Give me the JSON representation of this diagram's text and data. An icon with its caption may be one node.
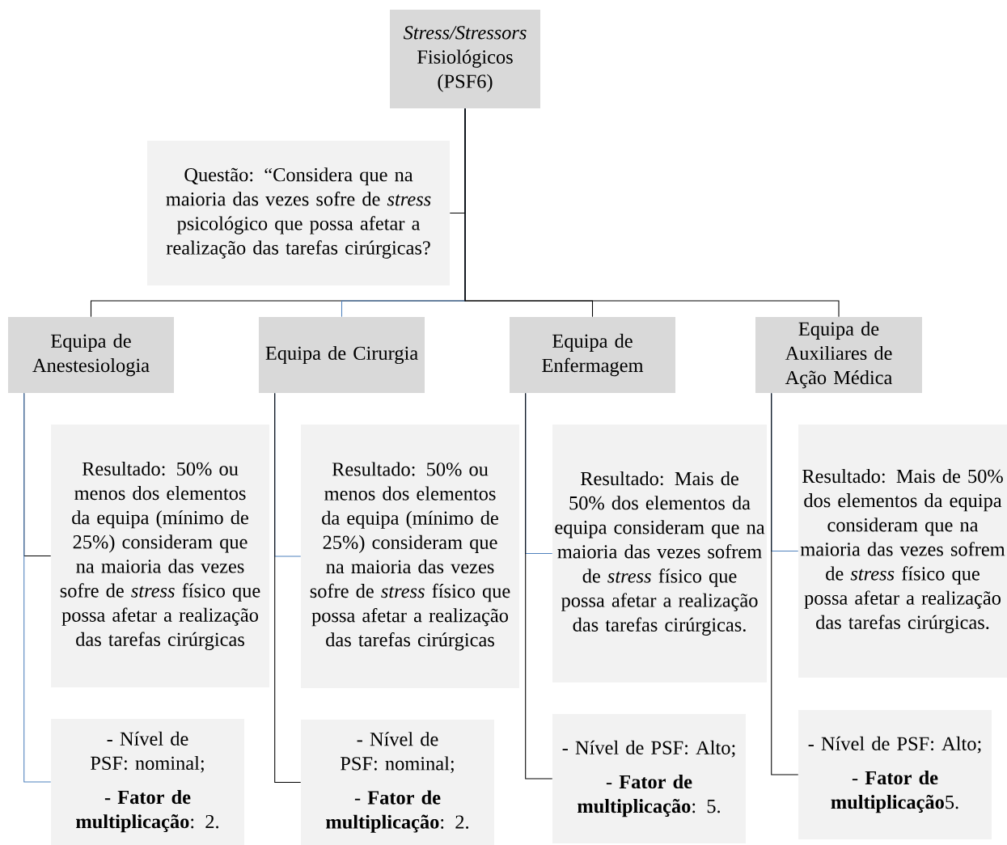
{
  "diagram": {
    "nodes": [
      {
        "text": [
          "*Stress/Stressors* Fisiológicos (PSF6)"
        ]
      },
      {
        "text": [
          "Questão: “Considera que na maioria das vezes sofre de *stress* psicológico que possa afetar a realização das tarefas cirúrgicas?"
        ]
      },
      {
        "text": [
          "Equipa de Anestesiologia"
        ]
      },
      {
        "text": [
          "Equipa de Cirurgia"
        ]
      },
      {
        "text": [
          "Equipa de Enfermagem"
        ]
      },
      {
        "text": [
          "Equipa de Auxiliares de Ação Médica"
        ]
      },
      {
        "text": [
          "Resultado: 50% ou menos dos elementos da equipa (mínimo de 25%)  consideram que na maioria das vezes sofre de *stress* físico que possa afetar a realização das tarefas cirúrgicas"
        ]
      },
      {
        "text": [
          "Resultado: 50% ou menos dos elementos da equipa (mínimo de 25%)  consideram que na maioria das vezes sofre de *stress* físico que possa afetar a realização das tarefas cirúrgicas"
        ]
      },
      {
        "text": [
          "Resultado: Mais de 50% dos elementos da equipa consideram que na maioria das vezes sofrem de *stress* físico que possa afetar a realização das tarefas cirúrgicas."
        ]
      },
      {
        "text": [
          "Resultado: Mais de 50% dos elementos da equipa consideram que na maioria das vezes sofrem de *stress* físico que possa afetar a realização das tarefas cirúrgicas."
        ]
      },
      {
        "text": [
          "- Nível de PSF: nominal;",
          "**- Fator de multiplicação**: 2."
        ]
      },
      {
        "text": [
          "- Nível de PSF: nominal;",
          "- **Fator de multiplicação**: 2."
        ]
      },
      {
        "text": [
          "- Nível de PSF: Alto;",
          "- **Fator de multiplicação**: 5."
        ]
      },
      {
        "text": [
          "- Nível de PSF: Alto;",
          "- **Fator de multiplicação**5."
        ]
      }
    ],
    "edges": [
      {
        "from": 0,
        "to": 1,
        "arrow": "none"
      },
      {
        "from": 0,
        "to": 2,
        "arrow": "none"
      },
      {
        "from": 0,
        "to": 3,
        "arrow": "none",
        "color": "#4f81bd"
      },
      {
        "from": 0,
        "to": 4,
        "arrow": "none"
      },
      {
        "from": 0,
        "to": 5,
        "arrow": "none"
      },
      {
        "from": 2,
        "to": 6,
        "arrow": "none"
      },
      {
        "from": 2,
        "to": 10,
        "arrow": "none",
        "color": "#4f81bd"
      },
      {
        "from": 3,
        "to": 7,
        "arrow": "none",
        "color": "#4f81bd"
      },
      {
        "from": 3,
        "to": 11,
        "arrow": "none"
      },
      {
        "from": 4,
        "to": 8,
        "arrow": "none",
        "color": "#4f81bd"
      },
      {
        "from": 4,
        "to": 12,
        "arrow": "none"
      },
      {
        "from": 5,
        "to": 9,
        "arrow": "none",
        "color": "#4f81bd"
      },
      {
        "from": 5,
        "to": 13,
        "arrow": "none"
      }
    ]
  }
}
